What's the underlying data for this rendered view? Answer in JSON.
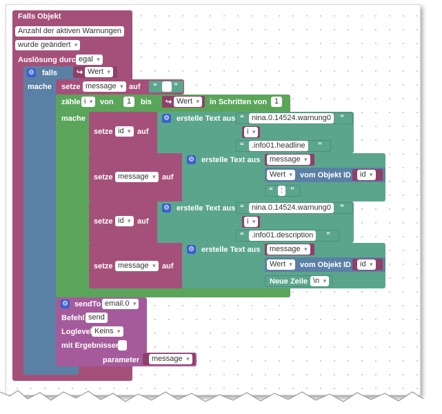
{
  "trigger": {
    "title": "Falls Objekt",
    "object_label": "Anzahl der aktiven Warnungen",
    "condition": "wurde geändert",
    "trigger_label": "Auslösung durch",
    "trigger_value": "egal"
  },
  "if_block": {
    "falls": "falls",
    "value": "Wert",
    "mache": "mache"
  },
  "set_message": {
    "setze": "setze",
    "var": "message",
    "auf": "auf",
    "text": ""
  },
  "loop": {
    "zaehle": "zähle",
    "var": "i",
    "von": "von",
    "from": "1",
    "bis": "bis",
    "to_value": "Wert",
    "step_label": "in Schritten von",
    "step": "1",
    "mache": "mache"
  },
  "row1": {
    "setze": "setze",
    "var": "id",
    "auf": "auf",
    "create": "erstelle Text aus",
    "s1": "nina.0.14524.warnung0",
    "v": "i",
    "s2": ".info01.headline"
  },
  "row2": {
    "setze": "setze",
    "var": "message",
    "auf": "auf",
    "create": "erstelle Text aus",
    "v1": "message",
    "wert": "Wert",
    "vom": "vom Objekt ID",
    "id": "id",
    "sep": ":"
  },
  "row3": {
    "setze": "setze",
    "var": "id",
    "auf": "auf",
    "create": "erstelle Text aus",
    "s1": "nina.0.14524.warnung0",
    "v": "i",
    "s2": ".info01.description"
  },
  "row4": {
    "setze": "setze",
    "var": "message",
    "auf": "auf",
    "create": "erstelle Text aus",
    "v1": "message",
    "wert": "Wert",
    "vom": "vom Objekt ID",
    "id": "id",
    "newline_label": "Neue Zeile",
    "newline_value": "\\n"
  },
  "sendto": {
    "label": "sendTo",
    "target": "email.0",
    "befehl_label": "Befehl",
    "befehl": "send",
    "loglevel_label": "Loglevel",
    "loglevel": "Keins",
    "results_label": "mit Ergebnissen",
    "param_label": "parameter",
    "param_value": "message"
  },
  "colors": {
    "trigger": "#a5507a",
    "logic": "#5b80a5",
    "variable": "#a55b80",
    "text": "#5ba58c",
    "loop": "#5ba55b",
    "sendto": "#a55b9b"
  }
}
